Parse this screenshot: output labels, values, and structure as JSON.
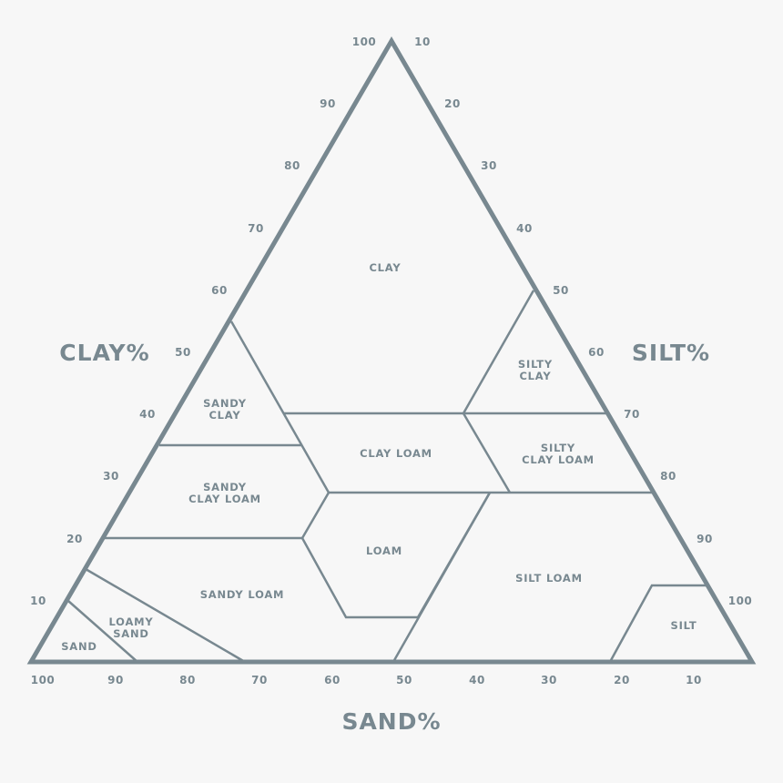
{
  "axes": {
    "clay": {
      "label": "CLAY%",
      "ticks": [
        "100",
        "90",
        "80",
        "70",
        "60",
        "50",
        "40",
        "30",
        "20",
        "10"
      ]
    },
    "silt": {
      "label": "SILT%",
      "ticks": [
        "10",
        "20",
        "30",
        "40",
        "50",
        "60",
        "70",
        "80",
        "90",
        "100"
      ]
    },
    "sand": {
      "label": "SAND%",
      "ticks": [
        "100",
        "90",
        "80",
        "70",
        "60",
        "50",
        "40",
        "30",
        "20",
        "10"
      ]
    }
  },
  "regions": {
    "clay": [
      "CLAY"
    ],
    "silty_clay": [
      "SILTY",
      "CLAY"
    ],
    "sandy_clay": [
      "SANDY",
      "CLAY"
    ],
    "clay_loam": [
      "CLAY LOAM"
    ],
    "silty_clay_loam": [
      "SILTY",
      "CLAY LOAM"
    ],
    "sandy_clay_loam": [
      "SANDY",
      "CLAY LOAM"
    ],
    "loam": [
      "LOAM"
    ],
    "silt_loam": [
      "SILT LOAM"
    ],
    "sandy_loam": [
      "SANDY LOAM"
    ],
    "loamy_sand": [
      "LOAMY",
      "SAND"
    ],
    "sand": [
      "SAND"
    ],
    "silt": [
      "SILT"
    ]
  },
  "colors": {
    "line": "#788890",
    "background": "#f7f7f7"
  }
}
